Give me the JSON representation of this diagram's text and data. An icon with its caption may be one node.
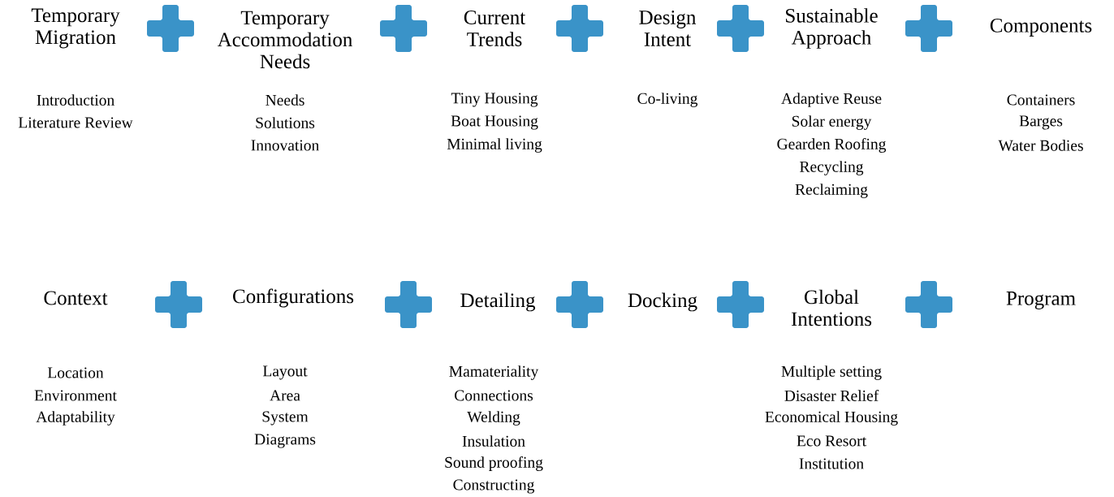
{
  "diagram": {
    "labels": [
      "Temporary Migration",
      "Introduction",
      "Literature Review",
      "Temporary Accommodation Needs",
      "Needs",
      "Solutions",
      "Innovation",
      "Current Trends",
      "Tiny Housing",
      "Boat Housing",
      "Minimal living",
      "Design Intent",
      "Co-living",
      "Sustainable Approach",
      "Adaptive Reuse",
      "Solar energy",
      "Gearden Roofing",
      "Recycling",
      "Reclaiming",
      "Components",
      "Containers",
      "Barges",
      "Water Bodies",
      "Context",
      "Location",
      "Environment",
      "Adaptability",
      "Configurations",
      "Layout",
      "Area",
      "System",
      "Diagrams",
      "Detailing",
      "Mamateriality",
      "Connections",
      "Welding",
      "Insulation",
      "Sound proofing",
      "Constructing",
      "Docking",
      "Global Intentions",
      "Multiple setting",
      "Disaster Relief",
      "Economical Housing",
      "Eco Resort",
      "Institution",
      "Program"
    ]
  }
}
